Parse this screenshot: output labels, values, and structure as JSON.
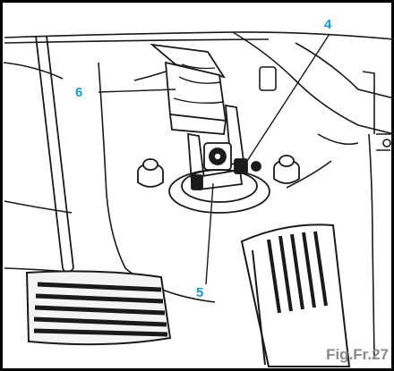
{
  "figure": {
    "caption": "Fig.Fr.27",
    "callouts": [
      {
        "id": "6",
        "label": "6"
      },
      {
        "id": "4",
        "label": "4"
      },
      {
        "id": "5",
        "label": "5"
      }
    ],
    "colors": {
      "callout": "#1a9ad6",
      "caption": "#8a8a8a",
      "line": "#1a1a1a",
      "frame": "#000000"
    }
  }
}
